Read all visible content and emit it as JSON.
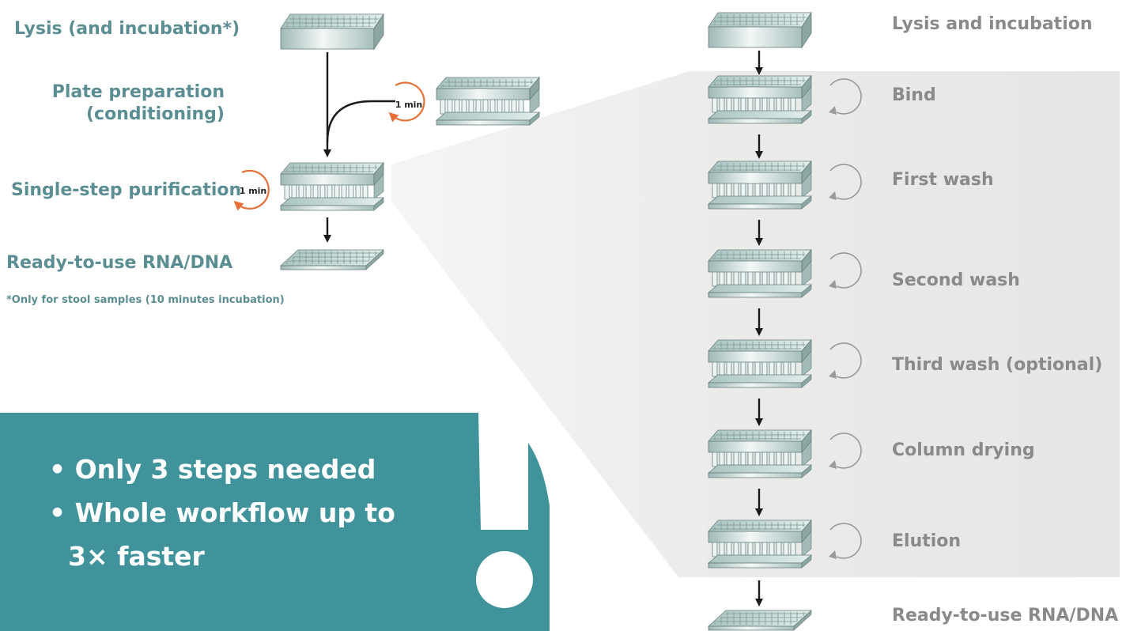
{
  "left_workflow": {
    "steps": [
      {
        "label": "Lysis (and incubation*)"
      },
      {
        "label_line1": "Plate preparation",
        "label_line2": "(conditioning)",
        "timer": "1 min"
      },
      {
        "label": "Single-step purification",
        "timer": "1 min"
      },
      {
        "label": "Ready-to-use RNA/DNA"
      }
    ],
    "footnote": "*Only for stool samples (10 minutes incubation)"
  },
  "right_workflow": {
    "steps": [
      {
        "label": "Lysis and incubation"
      },
      {
        "label": "Bind"
      },
      {
        "label": "First wash"
      },
      {
        "label": "Second wash"
      },
      {
        "label": "Third wash (optional)"
      },
      {
        "label": "Column drying"
      },
      {
        "label": "Elution"
      },
      {
        "label": "Ready-to-use RNA/DNA"
      }
    ]
  },
  "benefits": {
    "items": [
      "Only 3 steps needed",
      "Whole workflow up to",
      "3× faster"
    ]
  },
  "colors": {
    "teal_panel": "#40939b",
    "label_teal": "#5b8e92",
    "label_gray": "#8a8a8a",
    "timer_orange": "#e8713a",
    "shade_gray": "#e9e9e8"
  }
}
